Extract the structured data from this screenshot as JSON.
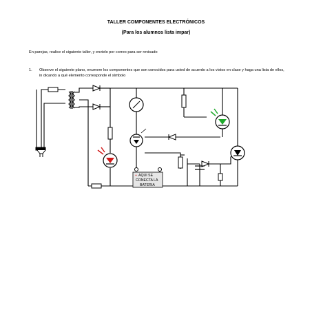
{
  "document": {
    "title": "TALLER COMPONENTES ELECTRÓNICOS",
    "subtitle": "(Para los alumnos lista impar)",
    "intro": "En parejas, realice el siguiente taller, y envielo por correo para ser revisado",
    "items": [
      {
        "number": "1.",
        "text": "Observe el siguiente plano, enumere los componentes que son conocidos para usted de acuerdo a los vistos en clase y haga una lista de ellos, in dicando a qué elemento corresponde el símbolo"
      }
    ]
  },
  "diagram": {
    "battery_label_line1": "AQUI SE",
    "battery_label_line2": "CONECTA LA",
    "battery_label_line3": "BATERIA",
    "plus_sign": "+",
    "colors": {
      "led_green": "#1faa2c",
      "led_red": "#d11a1a",
      "wire": "#000000",
      "box": "#e6e6e6"
    }
  }
}
